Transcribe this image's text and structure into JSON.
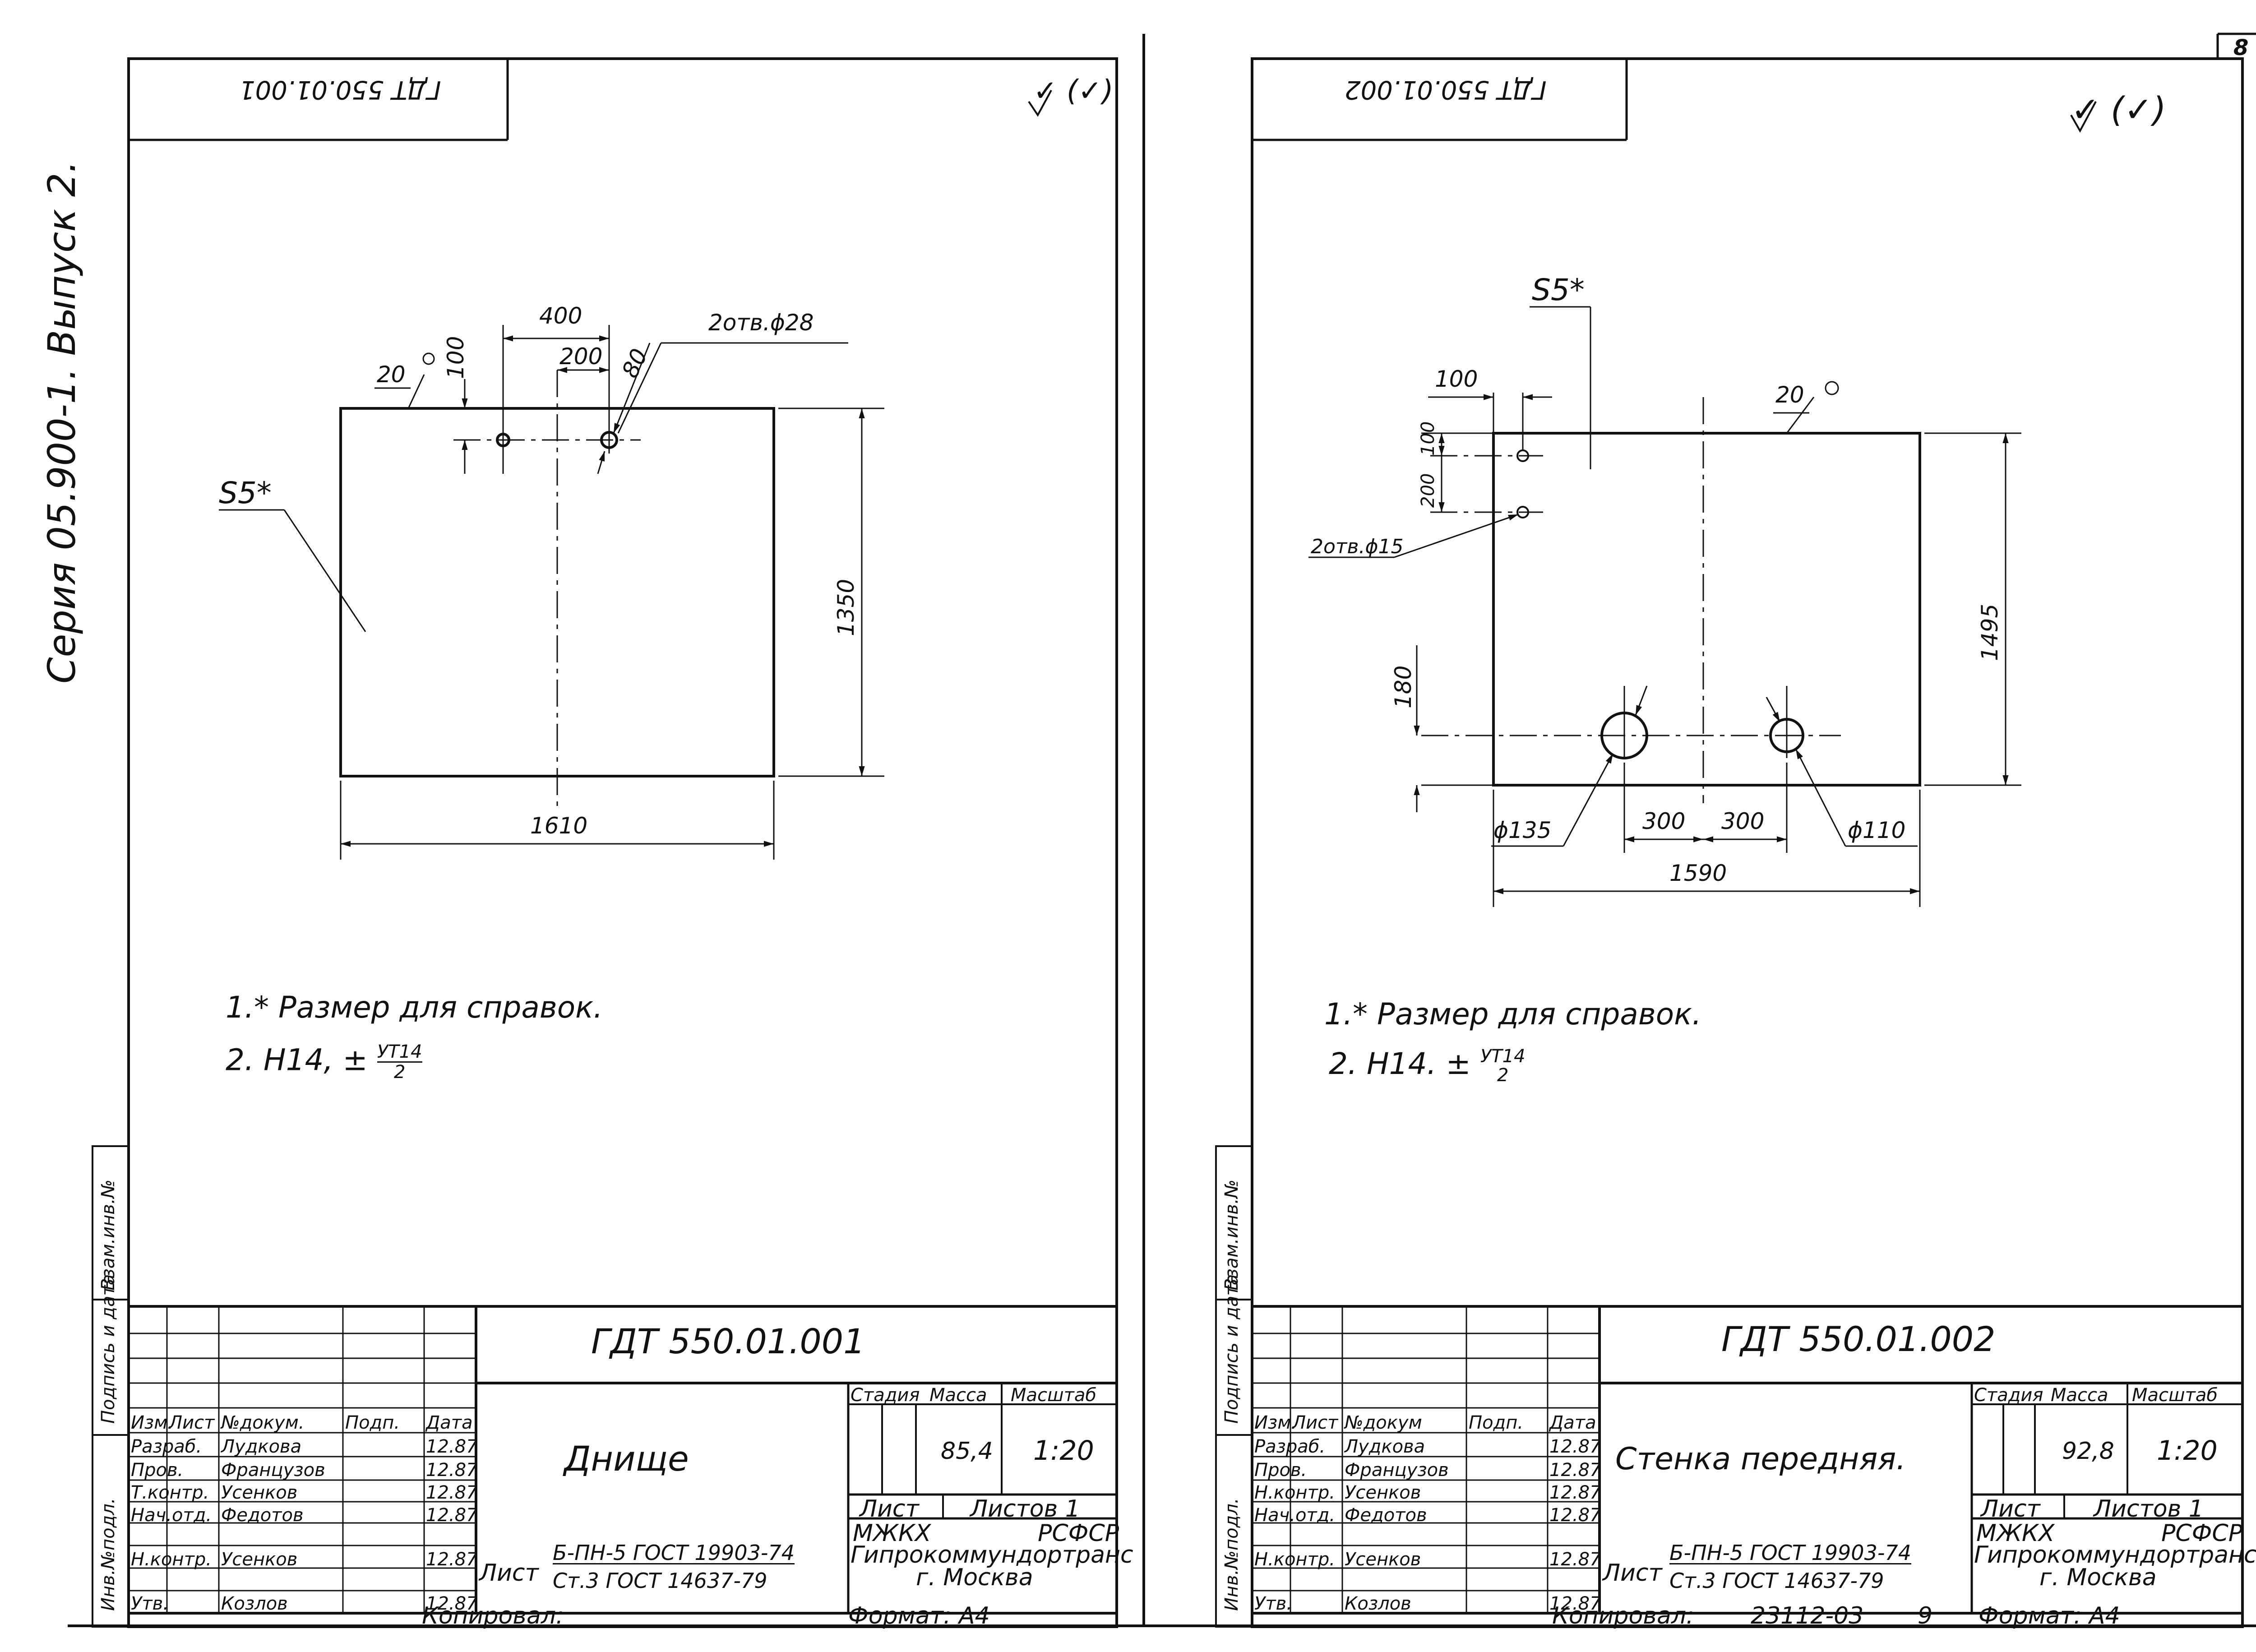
{
  "series_label": "Серия 05.900-1. Выпуск 2.",
  "sheet_number": "8",
  "left": {
    "stamp_code": "ГДТ 550.01.001",
    "check_marks": "✓ (✓)",
    "dims": {
      "d400": "400",
      "d200": "200",
      "d80": "80",
      "d20": "20",
      "d100": "100",
      "holes": "2отв.ϕ28",
      "thickness": "S5*",
      "d1350": "1350",
      "d1610": "1610"
    },
    "notes": {
      "note1": "1.* Размер для справок.",
      "note2_prefix": "2. Н14, ±",
      "note2_num": "УТ14",
      "note2_den": "2"
    },
    "title_block": {
      "doc_code": "ГДТ 550.01.001",
      "name": "Днище",
      "headers": {
        "izm": "Изм.",
        "list": "Лист",
        "ndoc": "№докум.",
        "podp": "Подп.",
        "data": "Дата"
      },
      "rows": [
        {
          "role": "Разраб.",
          "name": "Лудкова",
          "date": "12.87"
        },
        {
          "role": "Пров.",
          "name": "Французов",
          "date": "12.87"
        },
        {
          "role": "Т.контр.",
          "name": "Усенков",
          "date": "12.87"
        },
        {
          "role": "Нач.отд.",
          "name": "Федотов",
          "date": "12.87"
        },
        {
          "role": "Н.контр.",
          "name": "Усенков",
          "date": "12.87"
        },
        {
          "role": "Утв.",
          "name": "Козлов",
          "date": "12.87"
        }
      ],
      "stadiya": "Стадия",
      "massa": "Масса",
      "masshtab": "Масштаб",
      "massa_value": "85,4",
      "scale_value": "1:20",
      "list_label": "Лист",
      "listov_label": "Листов 1",
      "material_prefix": "Лист",
      "material_top": "Б-ПН-5 ГОСТ 19903-74",
      "material_bottom": "Ст.3 ГОСТ 14637-79",
      "org1": "МЖКХ",
      "org2": "РСФСР",
      "org3": "Гипрокоммундортранс",
      "org4": "г. Москва"
    },
    "side_labels": {
      "inv_podl": "Инв.№подл.",
      "podp_data": "Подпись и дата",
      "vzam_inv": "Взам.инв.№"
    },
    "copied": "Копировал:",
    "format": "Формат: А4"
  },
  "right": {
    "stamp_code": "ГДТ 550.01.002",
    "check_marks": "✓ (✓)",
    "dims": {
      "thickness": "S5*",
      "d100": "100",
      "d20": "20",
      "d100v": "100",
      "d200": "200",
      "holes": "2отв.ϕ15",
      "d1495": "1495",
      "d180": "180",
      "d135": "ϕ135",
      "d300a": "300",
      "d300b": "300",
      "d110": "ϕ110",
      "d1590": "1590"
    },
    "notes": {
      "note1": "1.* Размер для справок.",
      "note2_prefix": "2. Н14. ±",
      "note2_num": "УТ14",
      "note2_den": "2"
    },
    "title_block": {
      "doc_code": "ГДТ 550.01.002",
      "name": "Стенка передняя.",
      "headers": {
        "izm": "Изм.",
        "list": "Лист",
        "ndoc": "№докум",
        "podp": "Подп.",
        "data": "Дата"
      },
      "rows": [
        {
          "role": "Разраб.",
          "name": "Лудкова",
          "date": "12.87"
        },
        {
          "role": "Пров.",
          "name": "Французов",
          "date": "12.87"
        },
        {
          "role": "Н.контр.",
          "name": "Усенков",
          "date": "12.87"
        },
        {
          "role": "Нач.отд.",
          "name": "Федотов",
          "date": "12.87"
        },
        {
          "role": "Н.контр.",
          "name": "Усенков",
          "date": "12.87"
        },
        {
          "role": "Утв.",
          "name": "Козлов",
          "date": "12.87"
        }
      ],
      "stadiya": "Стадия",
      "massa": "Масса",
      "masshtab": "Масштаб",
      "massa_value": "92,8",
      "scale_value": "1:20",
      "list_label": "Лист",
      "listov_label": "Листов 1",
      "material_prefix": "Лист",
      "material_top": "Б-ПН-5 ГОСТ 19903-74",
      "material_bottom": "Ст.3 ГОСТ 14637-79",
      "org1": "МЖКХ",
      "org2": "РСФСР",
      "org3": "Гипрокоммундортранс",
      "org4": "г. Москва"
    },
    "side_labels": {
      "inv_podl": "Инв.№подл.",
      "podp_data": "Подпись и дата",
      "vzam_inv": "Взам.инв.№"
    },
    "copied": "Копировал:",
    "order_number": "23112-03",
    "copy_number": "9",
    "format": "Формат: А4"
  }
}
